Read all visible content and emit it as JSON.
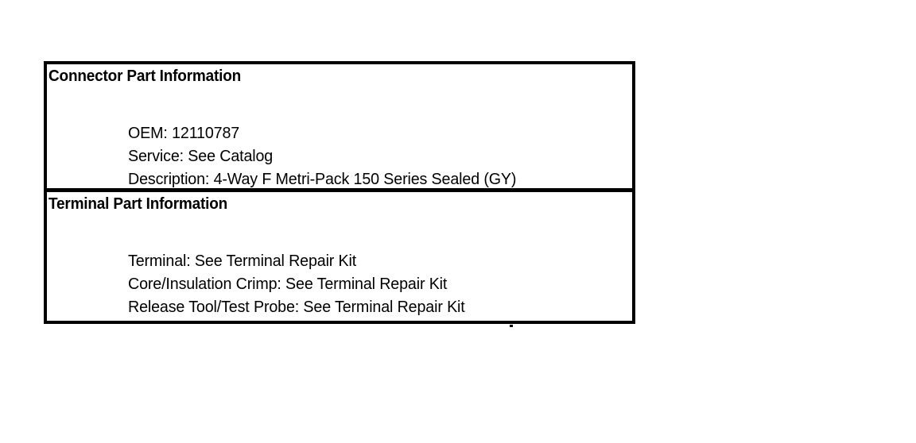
{
  "document": {
    "background_color": "#ffffff",
    "ink_color": "#000000"
  },
  "panel": {
    "border_color": "#000000",
    "sections": [
      {
        "id": "connector",
        "heading": "Connector Part Information",
        "details": [
          "OEM: 12110787",
          "Service: See Catalog",
          "Description: 4-Way F Metri-Pack 150 Series Sealed (GY)"
        ]
      },
      {
        "id": "terminal",
        "heading": "Terminal Part Information",
        "details": [
          "Terminal: See Terminal Repair Kit",
          "Core/Insulation Crimp: See Terminal Repair Kit",
          "Release Tool/Test Probe: See Terminal Repair Kit"
        ]
      }
    ]
  }
}
